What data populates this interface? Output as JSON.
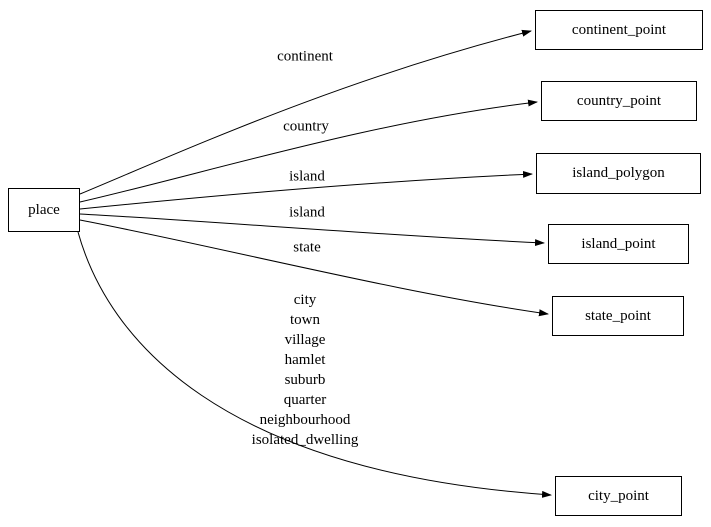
{
  "diagram": {
    "background": "#ffffff",
    "stroke": "#000000",
    "nodes": [
      {
        "id": "place",
        "label": "place"
      },
      {
        "id": "continent_point",
        "label": "continent_point"
      },
      {
        "id": "country_point",
        "label": "country_point"
      },
      {
        "id": "island_polygon",
        "label": "island_polygon"
      },
      {
        "id": "island_point",
        "label": "island_point"
      },
      {
        "id": "state_point",
        "label": "state_point"
      },
      {
        "id": "city_point",
        "label": "city_point"
      }
    ],
    "edges": [
      {
        "from": "place",
        "to": "continent_point",
        "label": "continent"
      },
      {
        "from": "place",
        "to": "country_point",
        "label": "country"
      },
      {
        "from": "place",
        "to": "island_polygon",
        "label": "island"
      },
      {
        "from": "place",
        "to": "island_point",
        "label": "island"
      },
      {
        "from": "place",
        "to": "state_point",
        "label": "state"
      },
      {
        "from": "place",
        "to": "city_point",
        "label": "city\ntown\nvillage\nhamlet\nsuburb\nquarter\nneighbourhood\nisolated_dwelling"
      }
    ]
  }
}
